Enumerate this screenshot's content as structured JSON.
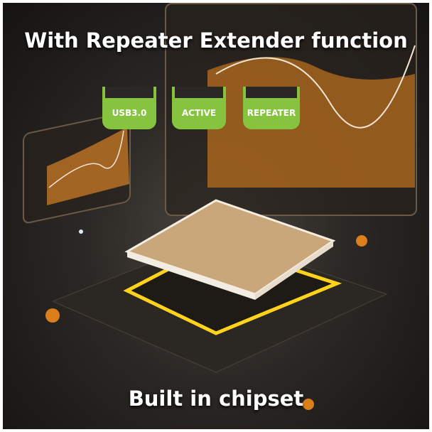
{
  "headline": "With Repeater Extender function",
  "tags": [
    "USB3.0",
    "ACTIVE",
    "REPEATER"
  ],
  "caption": "Built in chipset",
  "colors": {
    "accent_green": "#86c440",
    "glow_orange": "#f08a1c",
    "chip_gold": "#c9a77a"
  }
}
